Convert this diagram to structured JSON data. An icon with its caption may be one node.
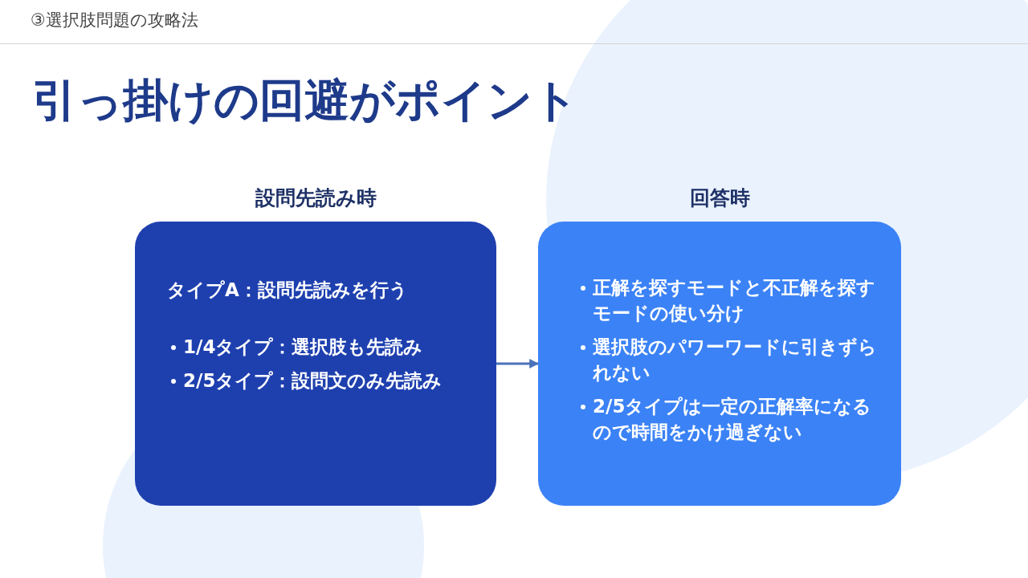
{
  "diagram": {
    "title": "引っ掛けの回避がポイント",
    "nodes": [
      {
        "text": [
          "設問先読み時",
          "タイプA：設問先読みを行う",
          "1/4タイプ：選択肢も先読み",
          "2/5タイプ：設問文のみ先読み"
        ]
      },
      {
        "text": [
          "回答時",
          "正解を探すモードと不正解を探すモードの使い分け",
          "選択肢のパワーワードに引きずられない",
          "2/5タイプは一定の正解率になるので時間をかけ過ぎない"
        ]
      }
    ],
    "edges": [
      {
        "from": 0,
        "to": 1,
        "arrow": "to"
      }
    ],
    "labels": [
      "③選択肢問題の攻略法"
    ]
  }
}
